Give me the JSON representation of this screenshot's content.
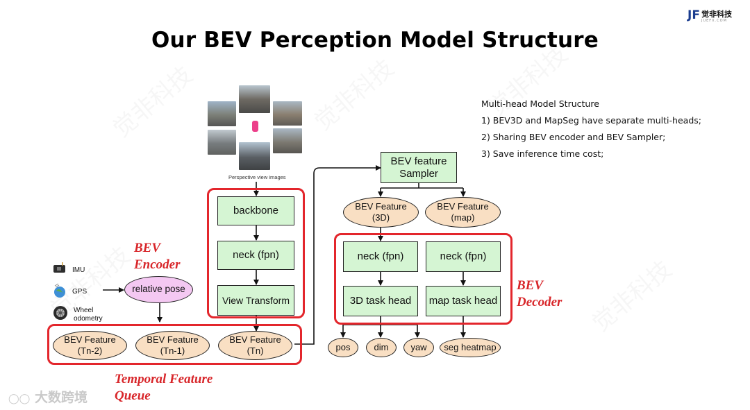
{
  "title": "Our BEV Perception Model Structure",
  "logo": {
    "mark": "JF",
    "text": "觉非科技",
    "sub": "JUEFX.COM"
  },
  "notes": [
    "Multi-head Model Structure",
    "1) BEV3D and MapSeg have separate multi-heads;",
    "2) Sharing BEV encoder and BEV Sampler;",
    "3) Save inference time cost;"
  ],
  "images_caption": "Perspective view images",
  "encoder": {
    "label_line1": "BEV",
    "label_line2": "Encoder",
    "backbone": "backbone",
    "neck": "neck (fpn)",
    "view_transform": "View Transform"
  },
  "sensors": {
    "imu": "IMU",
    "gps": "GPS",
    "wheel_line1": "Wheel",
    "wheel_line2": "odometry",
    "relative_pose": "relative pose"
  },
  "temporal": {
    "label_line1": "Temporal Feature",
    "label_line2": "Queue",
    "items": [
      {
        "line1": "BEV Feature",
        "line2": "(Tn-2)"
      },
      {
        "line1": "BEV Feature",
        "line2": "(Tn-1)"
      },
      {
        "line1": "BEV Feature",
        "line2": "(Tn)"
      }
    ]
  },
  "sampler": {
    "line1": "BEV feature",
    "line2": "Sampler"
  },
  "features": [
    {
      "line1": "BEV Feature",
      "line2": "(3D)"
    },
    {
      "line1": "BEV Feature",
      "line2": "(map)"
    }
  ],
  "decoder": {
    "label_line1": "BEV",
    "label_line2": "Decoder",
    "neck_3d": "neck (fpn)",
    "neck_map": "neck (fpn)",
    "head_3d": "3D task head",
    "head_map": "map task head"
  },
  "outputs": [
    "pos",
    "dim",
    "yaw",
    "seg heatmap"
  ],
  "watermark": "大数跨境",
  "watermark_brand": "觉非科技",
  "colors": {
    "green_box": "#d5f5d3",
    "orange_oval": "#f9dfc3",
    "pink_oval": "#f4c8f2",
    "red_outline": "#e3262c",
    "label_red": "#d8262a"
  }
}
